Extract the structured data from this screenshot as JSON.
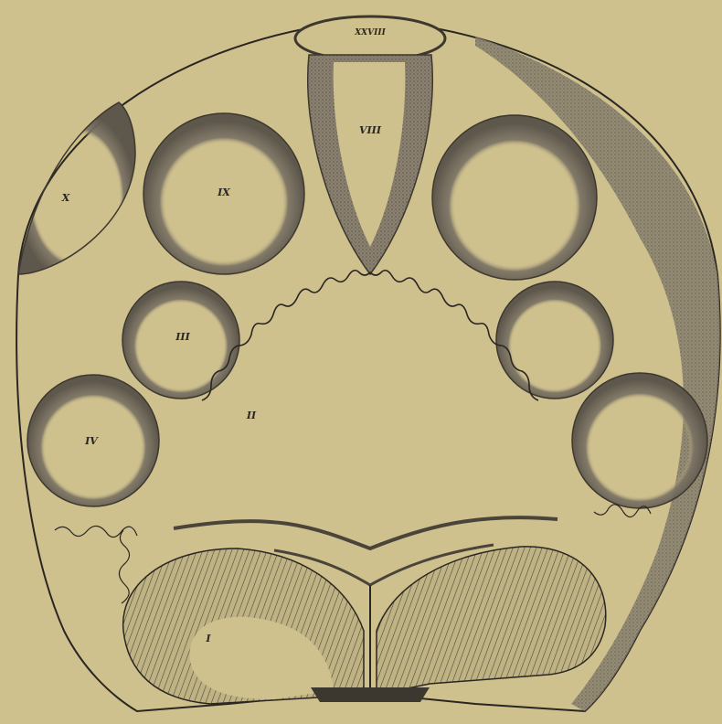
{
  "figure": {
    "labels": {
      "xxviii": "XXVIII",
      "viii": "VIII",
      "ix": "IX",
      "x": "X",
      "iii": "III",
      "iv": "IV",
      "ii": "II",
      "i": "I"
    }
  },
  "colors": {
    "paper": "#cfc18e",
    "ink": "#2a2622",
    "shade": "#6e6658"
  }
}
